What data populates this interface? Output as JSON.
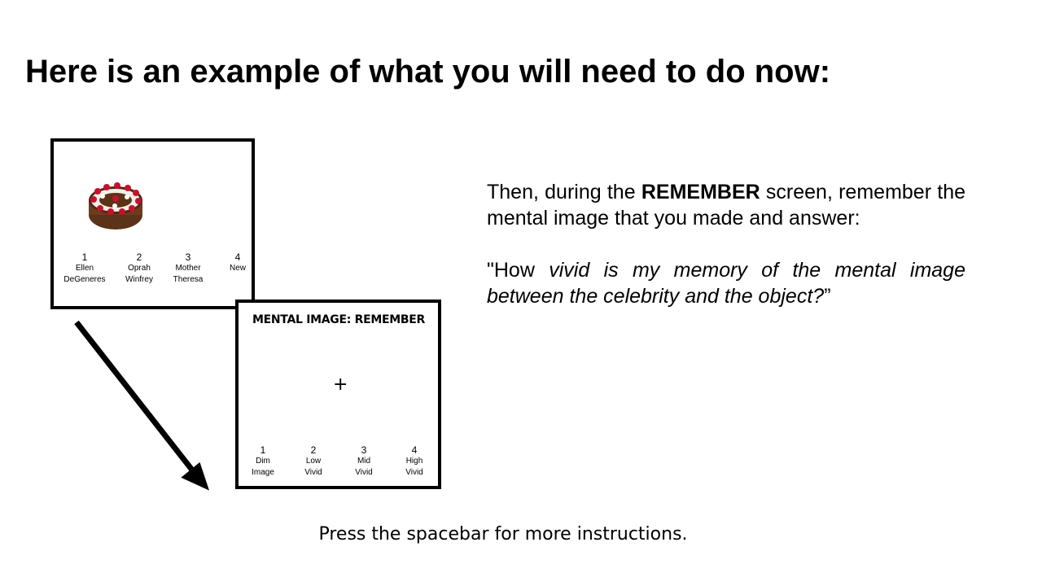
{
  "title": "Here is an example of what you will need to do now:",
  "panel1": {
    "image": "cake-icon",
    "options": [
      {
        "num": "1",
        "label1": "Ellen",
        "label2": "DeGeneres"
      },
      {
        "num": "2",
        "label1": "Oprah",
        "label2": "Winfrey"
      },
      {
        "num": "3",
        "label1": "Mother",
        "label2": "Theresa"
      },
      {
        "num": "4",
        "label1": "New",
        "label2": ""
      }
    ]
  },
  "panel2": {
    "title": "MENTAL IMAGE: REMEMBER",
    "fixation": "+",
    "options": [
      {
        "num": "1",
        "label1": "Dim",
        "label2": "Image"
      },
      {
        "num": "2",
        "label1": "Low",
        "label2": "Vivid"
      },
      {
        "num": "3",
        "label1": "Mid",
        "label2": "Vivid"
      },
      {
        "num": "4",
        "label1": "High",
        "label2": "Vivid"
      }
    ]
  },
  "instructions": {
    "line_pre": "Then, during the ",
    "line_bold": "REMEMBER",
    "line_post": " screen, remember the mental image that you made and answer:",
    "question_open": " \"How ",
    "question_italic": "vivid is my memory of the mental image between the celebrity and the object?",
    "question_close": "”"
  },
  "footer": "Press the spacebar for more instructions.",
  "colors": {
    "background": "#ffffff",
    "text": "#000000",
    "border": "#000000"
  }
}
